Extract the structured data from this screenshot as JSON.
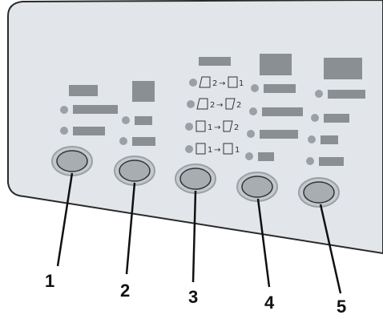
{
  "panel": {
    "colors": {
      "panel": "#e2e6ea",
      "outline": "#2a2a2a",
      "block": "#8a8f94",
      "led": "#9aa0a6",
      "button": "#a8adb2"
    }
  },
  "callouts": [
    "1",
    "2",
    "3",
    "4",
    "5"
  ],
  "duplex_modes": [
    {
      "from": "2",
      "to": "1"
    },
    {
      "from": "2",
      "to": "2"
    },
    {
      "from": "1",
      "to": "2"
    },
    {
      "from": "1",
      "to": "1"
    }
  ]
}
